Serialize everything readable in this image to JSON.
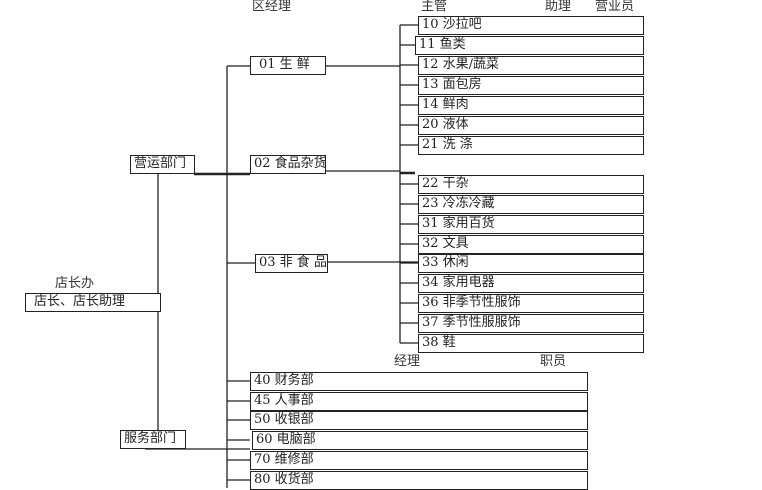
{
  "headers": {
    "region_manager": "区经理",
    "supervisor": "主管",
    "assistant": "助理",
    "sales_staff": "营业员",
    "manager": "经理",
    "staff": "职员",
    "store_office": "店长办"
  },
  "top": {
    "store_manager": "店长、店长助理",
    "operations": "营运部门",
    "services": "服务部门"
  },
  "regions": [
    "01  生  鲜",
    "02 食品杂货",
    "03 非 食 品"
  ],
  "sections": [
    "10 沙拉吧",
    "11  鱼类",
    "12 水果/蔬菜",
    "13 面包房",
    "14 鲜肉",
    "20 液体",
    "21 洗   涤",
    "22 干杂",
    "23 冷冻冷藏",
    "31 家用百货",
    "32 文具",
    "33 休闲",
    "34 家用电器",
    "36 非季节性服饰",
    "37 季节性服服饰",
    "38 鞋"
  ],
  "service_depts": [
    "40 财务部",
    "45 人事部",
    "50 收银部",
    "60 电脑部",
    "70 维修部",
    "80 收货部"
  ]
}
